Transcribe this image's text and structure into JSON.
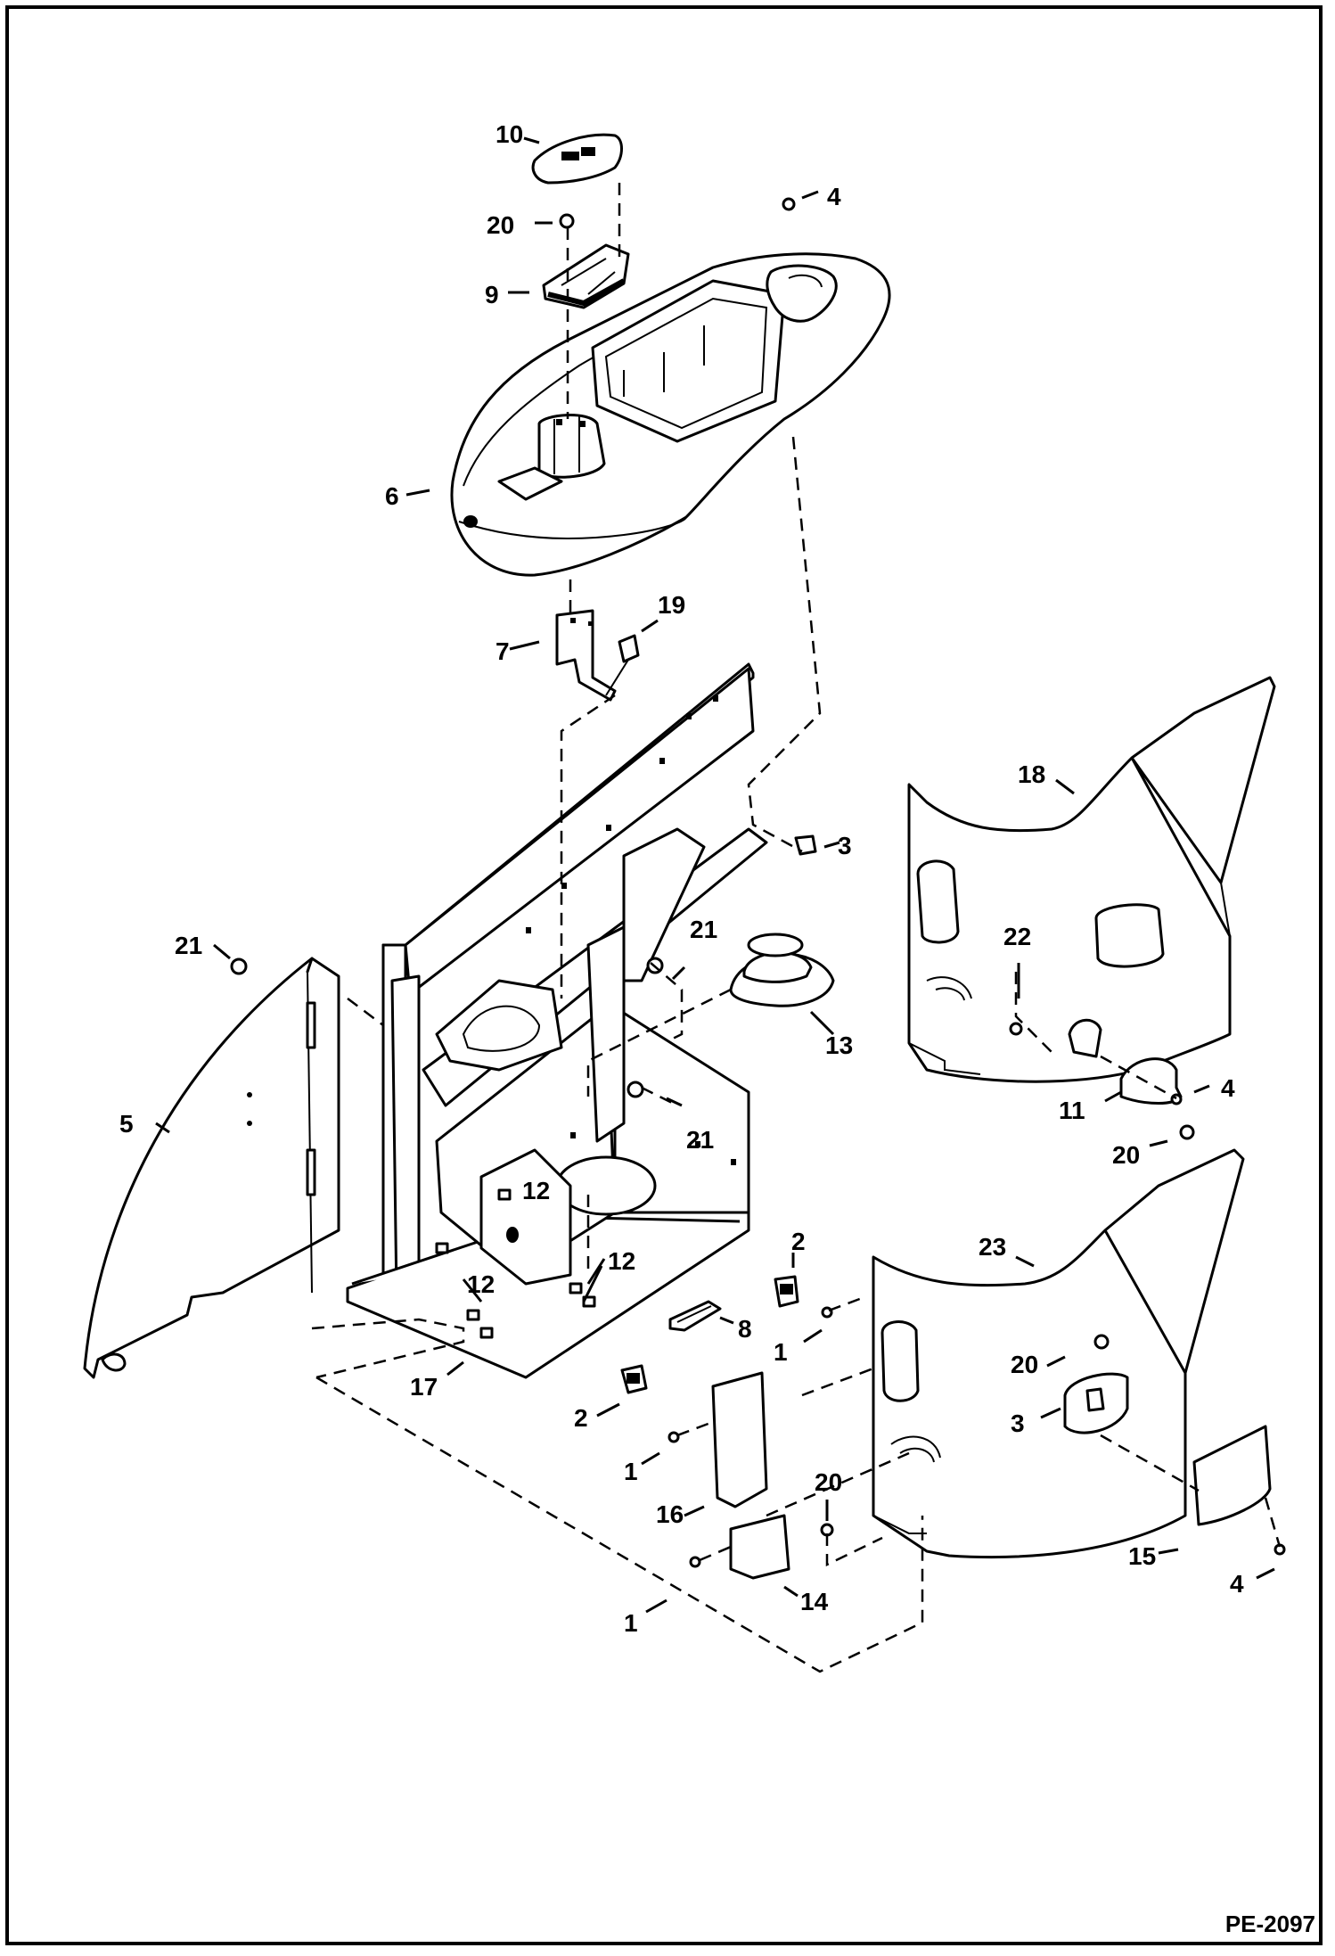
{
  "drawing": {
    "reference": "PE-2097",
    "callouts": [
      {
        "id": "c10",
        "text": "10"
      },
      {
        "id": "c4a",
        "text": "4"
      },
      {
        "id": "c20a",
        "text": "20"
      },
      {
        "id": "c9",
        "text": "9"
      },
      {
        "id": "c6",
        "text": "6"
      },
      {
        "id": "c7",
        "text": "7"
      },
      {
        "id": "c19",
        "text": "19"
      },
      {
        "id": "c18",
        "text": "18"
      },
      {
        "id": "c3a",
        "text": "3"
      },
      {
        "id": "c21a",
        "text": "21"
      },
      {
        "id": "c21b",
        "text": "21"
      },
      {
        "id": "c13",
        "text": "13"
      },
      {
        "id": "c22",
        "text": "22"
      },
      {
        "id": "c5",
        "text": "5"
      },
      {
        "id": "c21c",
        "text": "21"
      },
      {
        "id": "c11",
        "text": "11"
      },
      {
        "id": "c4b",
        "text": "4"
      },
      {
        "id": "c20b",
        "text": "20"
      },
      {
        "id": "c12a",
        "text": "12"
      },
      {
        "id": "c2a",
        "text": "2"
      },
      {
        "id": "c23",
        "text": "23"
      },
      {
        "id": "c12b",
        "text": "12"
      },
      {
        "id": "c12c",
        "text": "12"
      },
      {
        "id": "c8",
        "text": "8"
      },
      {
        "id": "c1a",
        "text": "1"
      },
      {
        "id": "c20c",
        "text": "20"
      },
      {
        "id": "c17",
        "text": "17"
      },
      {
        "id": "c2b",
        "text": "2"
      },
      {
        "id": "c3b",
        "text": "3"
      },
      {
        "id": "c1b",
        "text": "1"
      },
      {
        "id": "c20d",
        "text": "20"
      },
      {
        "id": "c16",
        "text": "16"
      },
      {
        "id": "c15",
        "text": "15"
      },
      {
        "id": "c4c",
        "text": "4"
      },
      {
        "id": "c14",
        "text": "14"
      },
      {
        "id": "c1c",
        "text": "1"
      }
    ]
  }
}
